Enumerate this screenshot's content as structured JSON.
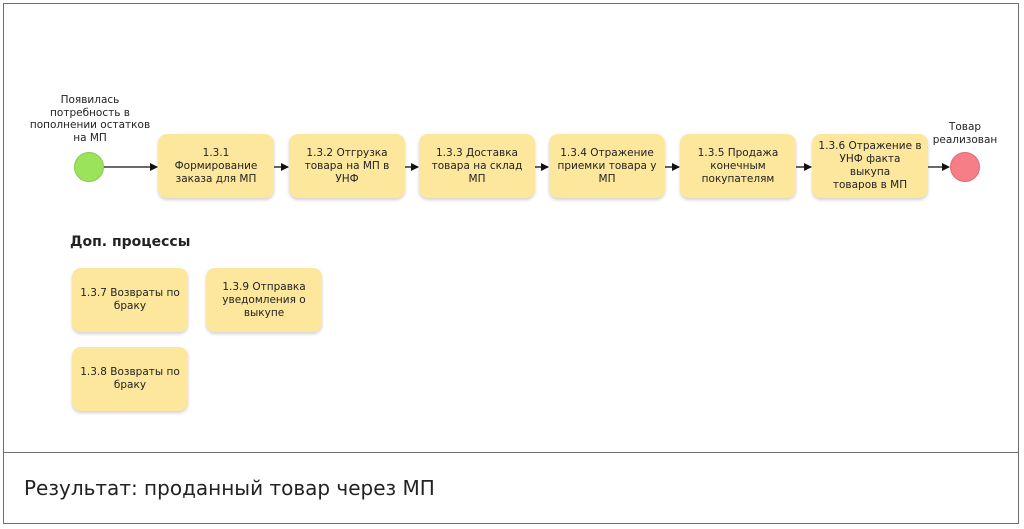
{
  "start_event": {
    "label_lines": [
      "Появилась",
      "потребность в",
      "пополнении остатков",
      "на МП"
    ]
  },
  "end_event": {
    "label_lines": [
      "Товар",
      "реализован"
    ]
  },
  "main_tasks": [
    {
      "id": "1.3.1",
      "lines": [
        "1.3.1 Формирование",
        "заказа для МП"
      ]
    },
    {
      "id": "1.3.2",
      "lines": [
        "1.3.2 Отгрузка",
        "товара на МП в УНФ"
      ]
    },
    {
      "id": "1.3.3",
      "lines": [
        "1.3.3 Доставка",
        "товара на склад МП"
      ]
    },
    {
      "id": "1.3.4",
      "lines": [
        "1.3.4 Отражение",
        "приемки товара у",
        "МП"
      ]
    },
    {
      "id": "1.3.5",
      "lines": [
        "1.3.5 Продажа",
        "конечным",
        "покупателям"
      ]
    },
    {
      "id": "1.3.6",
      "lines": [
        "1.3.6 Отражение в",
        "УНФ факта выкупа",
        "товаров в МП"
      ]
    }
  ],
  "additional": {
    "heading": "Доп. процессы",
    "tasks": [
      {
        "id": "1.3.7",
        "lines": [
          "1.3.7 Возвраты по",
          "браку"
        ]
      },
      {
        "id": "1.3.9",
        "lines": [
          "1.3.9 Отправка",
          "уведомления о",
          "выкупе"
        ]
      },
      {
        "id": "1.3.8",
        "lines": [
          "1.3.8 Возвраты по",
          "браку"
        ]
      }
    ]
  },
  "result": {
    "text": "Результат: проданный товар через МП"
  },
  "colors": {
    "task_fill": "#fde79d",
    "start_event": "#9be35a",
    "end_event": "#f67e87",
    "border": "#6f6f6f"
  }
}
